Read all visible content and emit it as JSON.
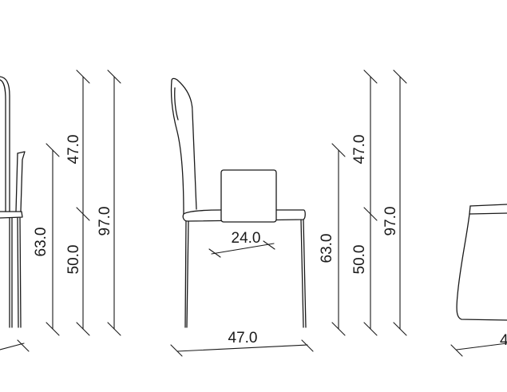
{
  "dimensions": {
    "left_width": "",
    "left_seat_height": "63.0",
    "left_seat_to_floor": "50.0",
    "left_back_height": "47.0",
    "left_total_height": "97.0",
    "mid_back_offset": "24.0",
    "mid_width": "47.0",
    "mid_seat_height": "63.0",
    "mid_seat_to_floor": "50.0",
    "mid_back_height": "47.0",
    "mid_total_height": "97.0",
    "right_width": "4"
  }
}
